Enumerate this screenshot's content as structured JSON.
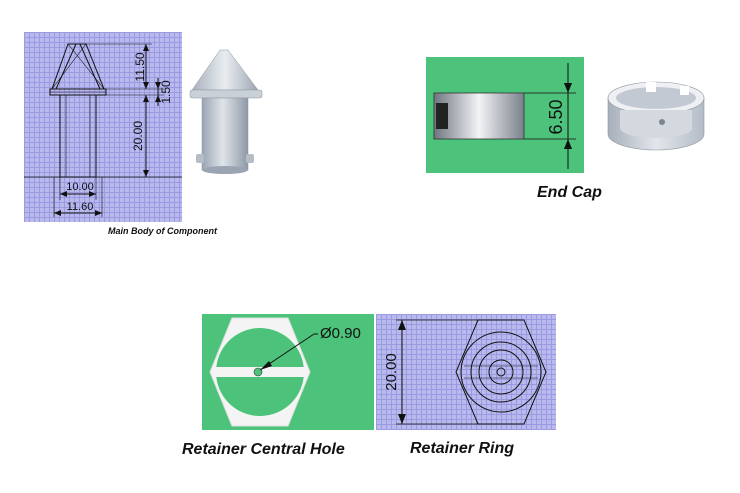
{
  "main_body": {
    "caption": "Main Body of Component",
    "dim_top": "11.50",
    "dim_flange": "1.50",
    "dim_height": "20.00",
    "dim_inner": "10.00",
    "dim_outer": "11.60"
  },
  "end_cap": {
    "caption": "End Cap",
    "dim_height": "6.50"
  },
  "retainer_hole": {
    "caption": "Retainer Central Hole",
    "dim_diameter": "Ø0.90"
  },
  "retainer_ring": {
    "caption": "Retainer Ring",
    "dim_height": "20.00"
  }
}
